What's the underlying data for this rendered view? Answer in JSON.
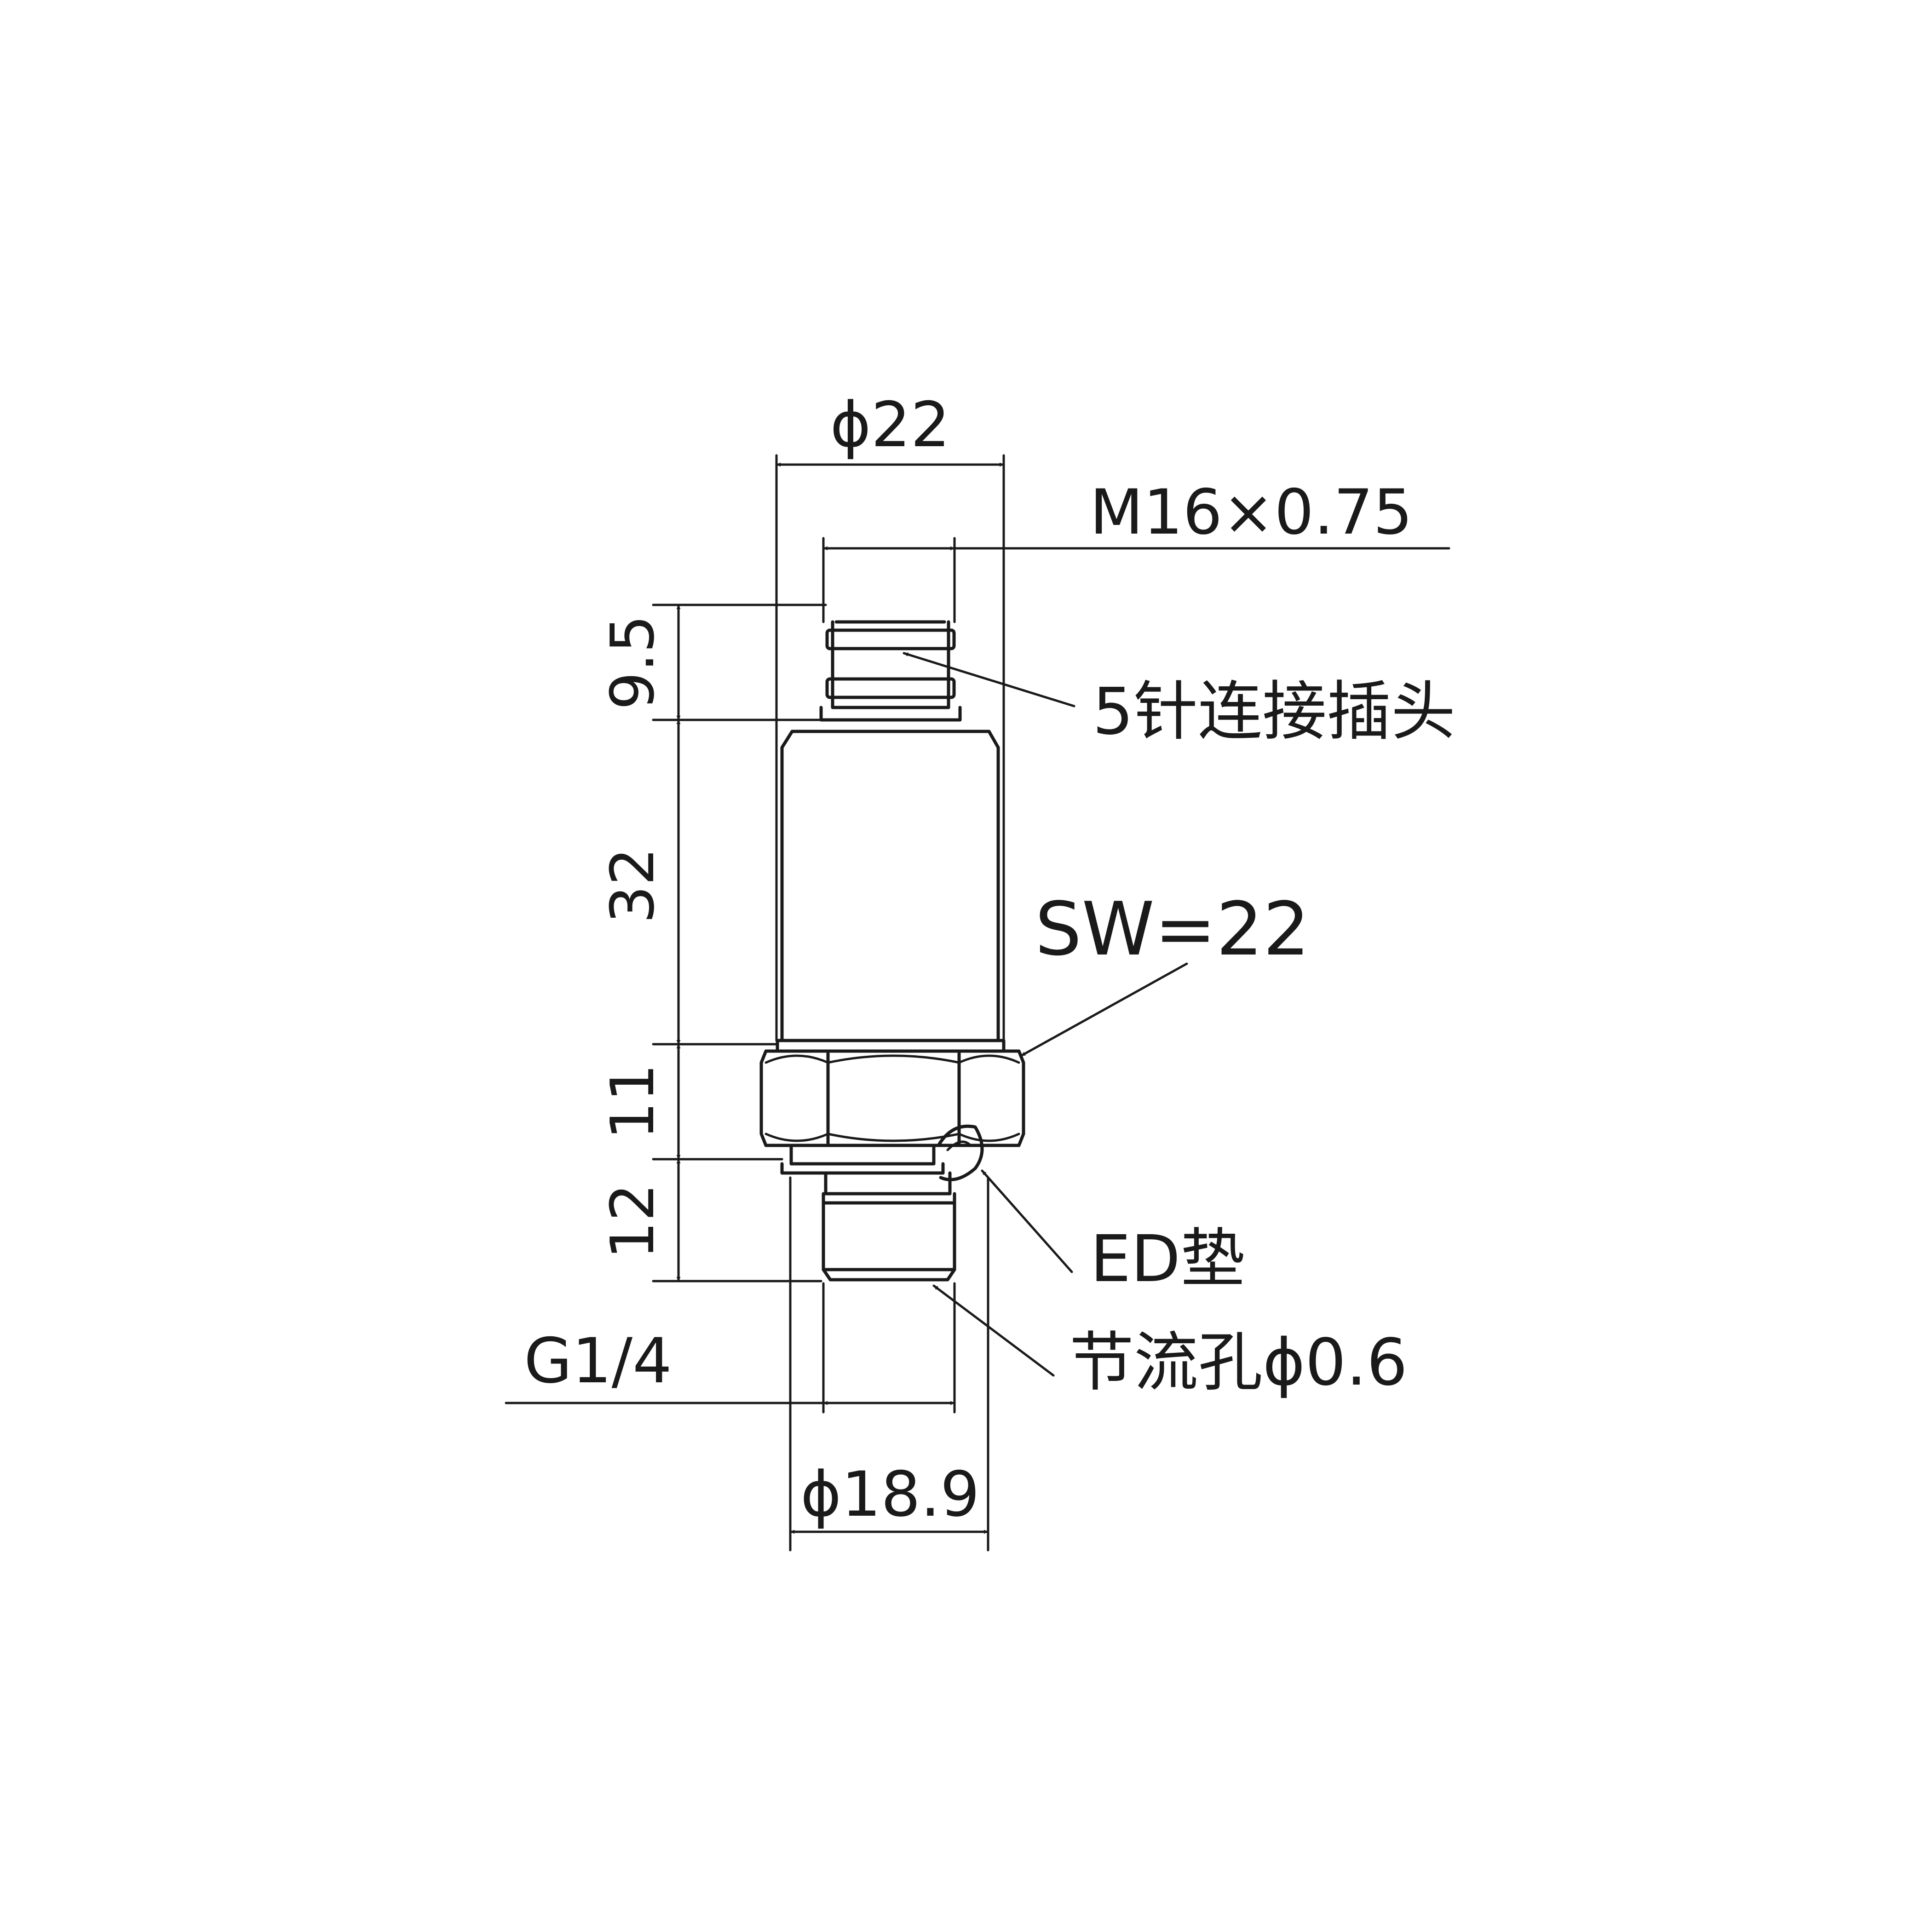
{
  "dimensions": {
    "body_diameter": "ϕ22",
    "connector_thread": "M16×0.75",
    "connector_height": "9.5",
    "body_height": "32",
    "hex_height": "11",
    "thread_height": "12",
    "process_thread": "G1/4",
    "thread_diameter": "ϕ18.9"
  },
  "callouts": {
    "connector": "5针连接插头",
    "wrench_size": "SW=22",
    "gasket": "ED垫",
    "restrictor": "节流孔ϕ0.6"
  }
}
